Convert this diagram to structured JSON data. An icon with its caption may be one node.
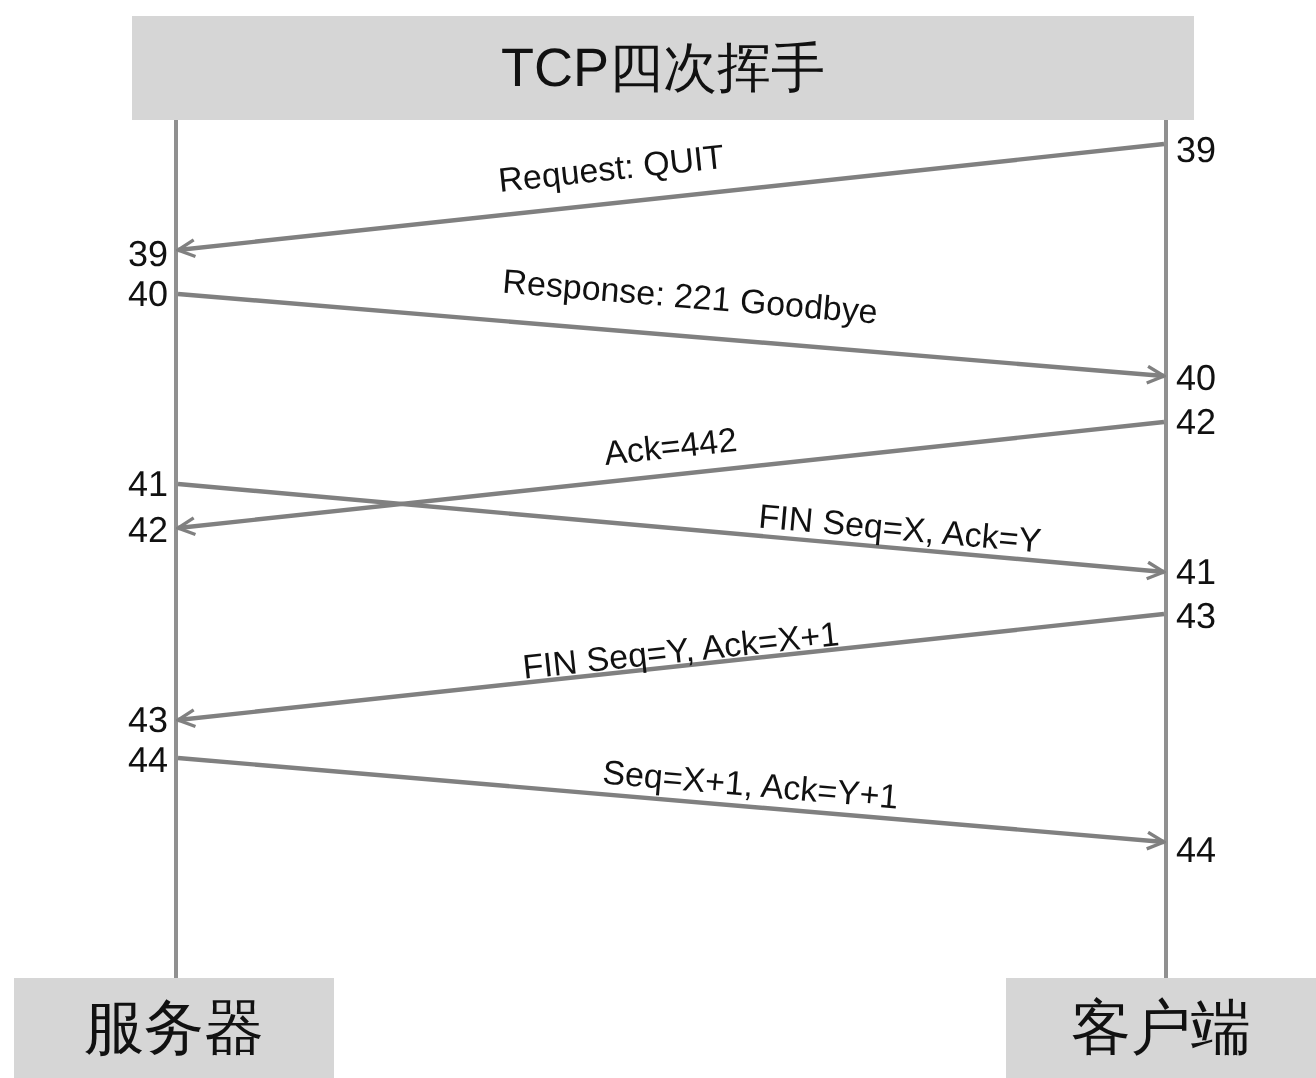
{
  "diagram": {
    "title": "TCP四次挥手",
    "nodes": [
      {
        "text": [
          "服务器"
        ]
      },
      {
        "text": [
          "客户端"
        ]
      }
    ],
    "edges": [
      {
        "from": 1,
        "to": 0,
        "arrow": "to",
        "label": "Request: QUIT"
      },
      {
        "from": 0,
        "to": 1,
        "arrow": "to",
        "label": "Response: 221 Goodbye"
      },
      {
        "from": 1,
        "to": 0,
        "arrow": "to",
        "label": "Ack=442"
      },
      {
        "from": 0,
        "to": 1,
        "arrow": "to",
        "label": "FIN Seq=X, Ack=Y"
      },
      {
        "from": 1,
        "to": 0,
        "arrow": "to",
        "label": "FIN Seq=Y, Ack=X+1"
      },
      {
        "from": 0,
        "to": 1,
        "arrow": "to",
        "label": "Seq=X+1, Ack=Y+1"
      }
    ],
    "labels": [
      "39",
      "39",
      "40",
      "40",
      "42",
      "41",
      "42",
      "41",
      "43",
      "43",
      "44",
      "44"
    ]
  }
}
